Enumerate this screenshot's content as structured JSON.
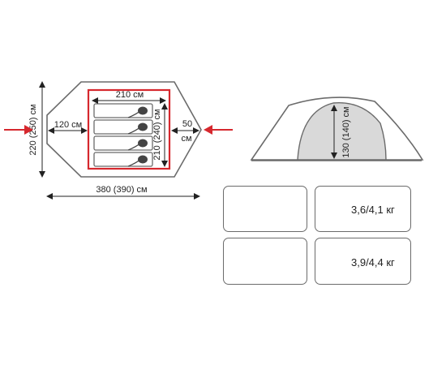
{
  "floor_plan": {
    "width_label": "210 см",
    "vestibule_label": "120 см",
    "length_label": "210 (240) см",
    "side_value": "50",
    "side_unit": "см",
    "height_label": "220 (250) см",
    "total_label": "380 (390) см",
    "sleepers": 4
  },
  "side_view": {
    "height_label": "130 (140) см"
  },
  "variants": [
    {
      "capacity_icon": "three-persons-plus-icon",
      "weight": "3,6/4,1 кг"
    },
    {
      "capacity_icon": "four-persons-icon",
      "weight": "3,9/4,4 кг"
    }
  ],
  "colors": {
    "accent_red": "#d6282e",
    "outline": "#6b6b6b",
    "inner_fill": "#d9d9d9",
    "ground_fill": "#eeeeee"
  }
}
